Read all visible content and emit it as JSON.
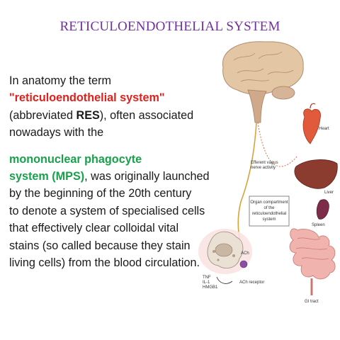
{
  "slide": {
    "title": "RETICULOENDOTHELIAL SYSTEM",
    "paragraph": {
      "line1": "In anatomy the term",
      "line2": "\"reticuloendothelial system\"",
      "line3_pre": "(abbreviated ",
      "line3_bold": "RES",
      "line3_post": "), often associated",
      "line4": "nowadays with the",
      "line5": "mononuclear phagocyte",
      "line6_green": "system (MPS)",
      "line6_post": ", was originally launched",
      "line7": "by the beginning of the 20th century",
      "line8": "to denote a system of specialised cells",
      "line9": "that effectively clear colloidal vital",
      "line10": "stains (so called because they stain",
      "line11": "living cells) from the blood circulation."
    },
    "colors": {
      "title": "#7030a0",
      "highlight_red": "#e0201b",
      "highlight_green": "#19a04b"
    }
  },
  "figure": {
    "labels": {
      "efferent_1": "Efferent vagus",
      "efferent_2": "nerve activity",
      "organ_1": "Organ compartment",
      "organ_2": "of the",
      "organ_3": "reticuloendothelial",
      "organ_4": "system",
      "heart": "Heart",
      "liver": "Liver",
      "spleen": "Spleen",
      "gi": "GI tract",
      "ach": "ACh",
      "ach_receptor": "ACh receptor",
      "tnf": "TNF",
      "il1": "IL-1",
      "hmgb1": "HMGB1"
    }
  }
}
